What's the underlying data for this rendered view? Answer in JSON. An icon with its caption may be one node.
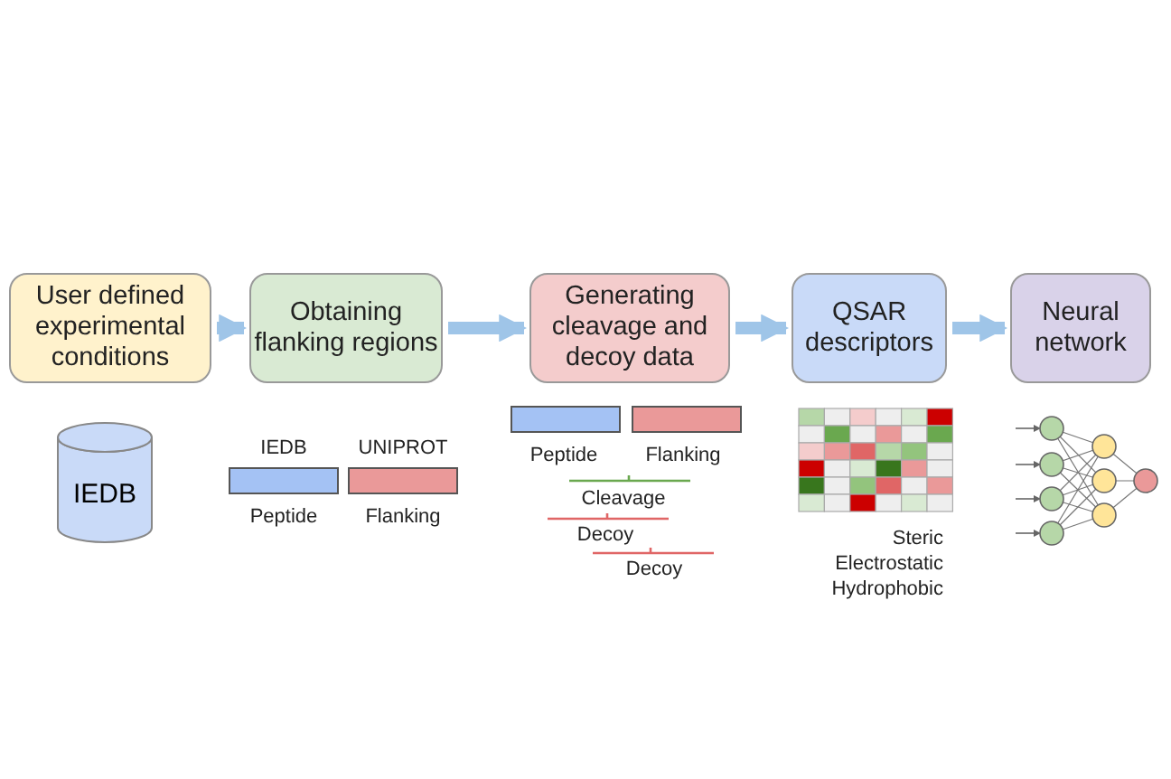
{
  "diagram": {
    "nodes": [
      {
        "text": [
          "User defined experimental conditions"
        ]
      },
      {
        "text": [
          "Obtaining flanking regions"
        ]
      },
      {
        "text": [
          "Generating cleavage and decoy data"
        ]
      },
      {
        "text": [
          "QSAR descriptors"
        ]
      },
      {
        "text": [
          "Neural network"
        ]
      },
      {
        "text": [
          "IEDB"
        ]
      }
    ],
    "edges": [
      {
        "from": 0,
        "to": 1,
        "arrow": "to"
      },
      {
        "from": 1,
        "to": 2,
        "arrow": "to"
      },
      {
        "from": 2,
        "to": 3,
        "arrow": "to"
      },
      {
        "from": 3,
        "to": 4,
        "arrow": "to"
      }
    ],
    "labels": [
      "IEDB",
      "UNIPROT",
      "Peptide",
      "Flanking",
      "Peptide",
      "Flanking",
      "Cleavage",
      "Decoy",
      "Decoy",
      "Steric",
      "Electrostatic",
      "Hydrophobic"
    ]
  }
}
